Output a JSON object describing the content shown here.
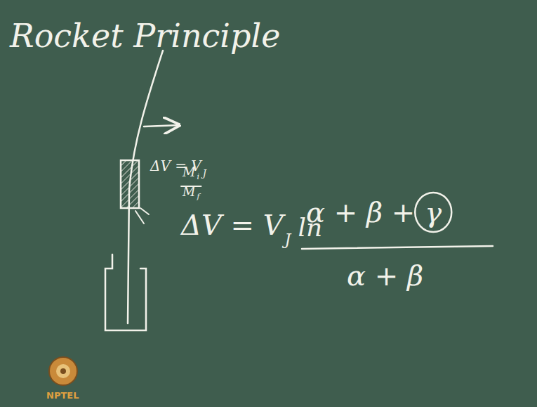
{
  "diagram": {
    "title": "Rocket Principle",
    "labels": [
      "ΔV = V",
      "J",
      "M",
      "i",
      "M",
      "f",
      "ΔV = V",
      "J",
      "ln",
      "α + β +",
      "γ",
      "α + β",
      "NPTEL"
    ]
  }
}
